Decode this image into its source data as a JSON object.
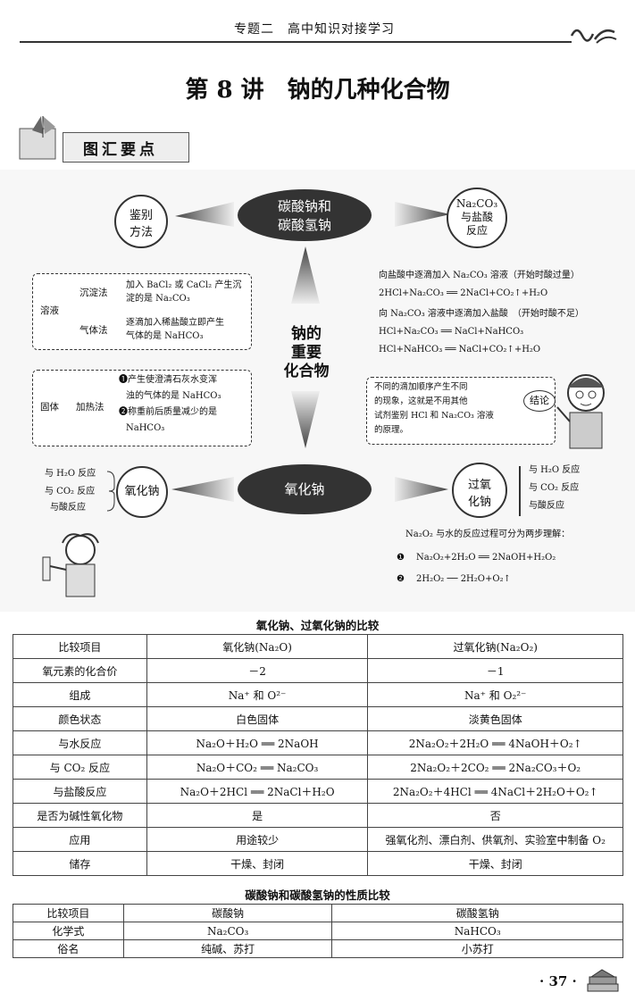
{
  "header": {
    "text": "专题二　高中知识对接学习"
  },
  "title": "第 8 讲　钠的几种化合物",
  "badge": "图汇要点",
  "map": {
    "center_top": [
      "碳酸钠和",
      "碳酸氢钠"
    ],
    "center_mid": [
      "钠的",
      "重要",
      "化合物"
    ],
    "center_bottom": "氧化钠",
    "identify": [
      "鉴别",
      "方法"
    ],
    "acid_react": [
      "Na₂CO₃",
      "与盐酸",
      "反应"
    ],
    "solution_label": "溶液",
    "precip_label": "沉淀法",
    "precip_text": [
      "加入 BaCl₂ 或 CaCl₂ 产生沉",
      "淀的是 Na₂CO₃"
    ],
    "gas_label": "气体法",
    "gas_text": [
      "逐滴加入稀盐酸立即产生",
      "气体的是 NaHCO₃"
    ],
    "solid_label": "固体",
    "heat_label": "加热法",
    "heat_text": [
      "❶产生使澄清石灰水变浑",
      "浊的气体的是 NaHCO₃",
      "❷称重前后质量减少的是",
      "NaHCO₃"
    ],
    "acid_lines": [
      "向盐酸中逐滴加入 Na₂CO₃ 溶液（开始时酸过量）",
      "2HCl+Na₂CO₃ ══ 2NaCl+CO₂↑+H₂O",
      "向 Na₂CO₃ 溶液中逐滴加入盐酸　（开始时酸不足）",
      "HCl+Na₂CO₃ ══ NaCl+NaHCO₃",
      "HCl+NaHCO₃ ══ NaCl+CO₂↑+H₂O"
    ],
    "conclusion_label": "结论",
    "conclusion_text": [
      "不同的滴加顺序产生不同",
      "的现象，这就是不用其他",
      "试剂鉴别 HCl 和 Na₂CO₃ 溶液",
      "的原理。"
    ],
    "na2o_circle": "氧化钠",
    "na2o_props": [
      "与 H₂O 反应",
      "与 CO₂ 反应",
      "与酸反应"
    ],
    "na2o2_circle": [
      "过氧",
      "化钠"
    ],
    "na2o2_props": [
      "与 H₂O 反应",
      "与 CO₂ 反应",
      "与酸反应"
    ],
    "steps_title": "Na₂O₂ 与水的反应过程可分为两步理解：",
    "steps": [
      "Na₂O₂+2H₂O ══ 2NaOH+H₂O₂",
      "2H₂O₂ ── 2H₂O+O₂↑"
    ],
    "step_marks": [
      "❶",
      "❷"
    ]
  },
  "table1": {
    "caption": "氧化钠、过氧化钠的比较",
    "header": [
      "比较项目",
      "氧化钠(Na₂O)",
      "过氧化钠(Na₂O₂)"
    ],
    "rows": [
      [
        "氧元素的化合价",
        "－2",
        "－1"
      ],
      [
        "组成",
        "Na⁺ 和 O²⁻",
        "Na⁺ 和 O₂²⁻"
      ],
      [
        "颜色状态",
        "白色固体",
        "淡黄色固体"
      ],
      [
        "与水反应",
        "Na₂O＋H₂O ══ 2NaOH",
        "2Na₂O₂＋2H₂O ══ 4NaOH＋O₂↑"
      ],
      [
        "与 CO₂ 反应",
        "Na₂O＋CO₂ ══ Na₂CO₃",
        "2Na₂O₂＋2CO₂ ══ 2Na₂CO₃＋O₂"
      ],
      [
        "与盐酸反应",
        "Na₂O＋2HCl ══ 2NaCl＋H₂O",
        "2Na₂O₂＋4HCl ══ 4NaCl＋2H₂O＋O₂↑"
      ],
      [
        "是否为碱性氧化物",
        "是",
        "否"
      ],
      [
        "应用",
        "用途较少",
        "强氧化剂、漂白剂、供氧剂、实验室中制备 O₂"
      ],
      [
        "储存",
        "干燥、封闭",
        "干燥、封闭"
      ]
    ]
  },
  "table2": {
    "caption": "碳酸钠和碳酸氢钠的性质比较",
    "header": [
      "比较项目",
      "碳酸钠",
      "碳酸氢钠"
    ],
    "rows": [
      [
        "化学式",
        "Na₂CO₃",
        "NaHCO₃"
      ],
      [
        "俗名",
        "纯碱、苏打",
        "小苏打"
      ]
    ]
  },
  "page_number": "· 37 ·"
}
